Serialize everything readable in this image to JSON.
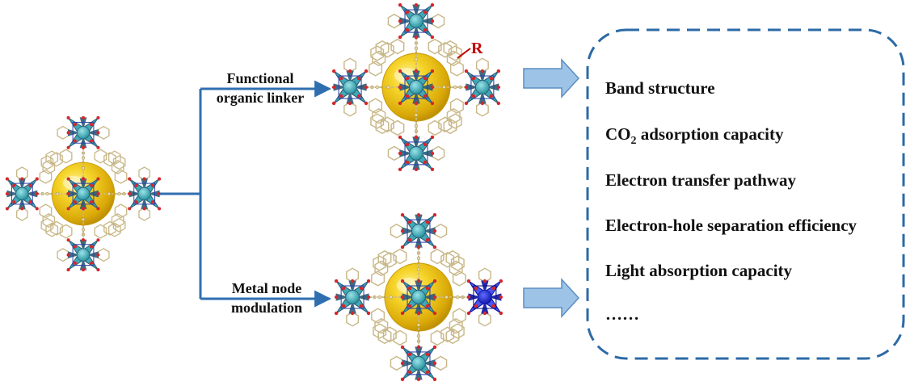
{
  "branches": {
    "top_label_line1": "Functional",
    "top_label_line2": "organic linker",
    "bottom_label_line1": "Metal node",
    "bottom_label_line2": "modulation",
    "substituent_label": "R"
  },
  "properties": {
    "band_structure": "Band structure",
    "co2_prefix": "CO",
    "co2_subscript": "2",
    "co2_suffix": " adsorption capacity",
    "electron_transfer": "Electron transfer pathway",
    "electron_hole": "Electron-hole separation efficiency",
    "light_absorption": "Light absorption capacity",
    "ellipsis": "……"
  },
  "colors": {
    "arrow_line": "#2f6fb0",
    "box_border": "#2c6aa6",
    "block_arrow": "#9dc3e6",
    "block_arrow_edge": "#5b8ec4",
    "substituent": "#c00000",
    "pore_sphere": "#f2c40f",
    "cluster_tetra": "#3fa9b5",
    "cluster_dark": "#2a5c78",
    "modulated_node": "#1e2bd6",
    "linker_ring": "#c9b98a",
    "oxygen_node": "#d7262c"
  }
}
